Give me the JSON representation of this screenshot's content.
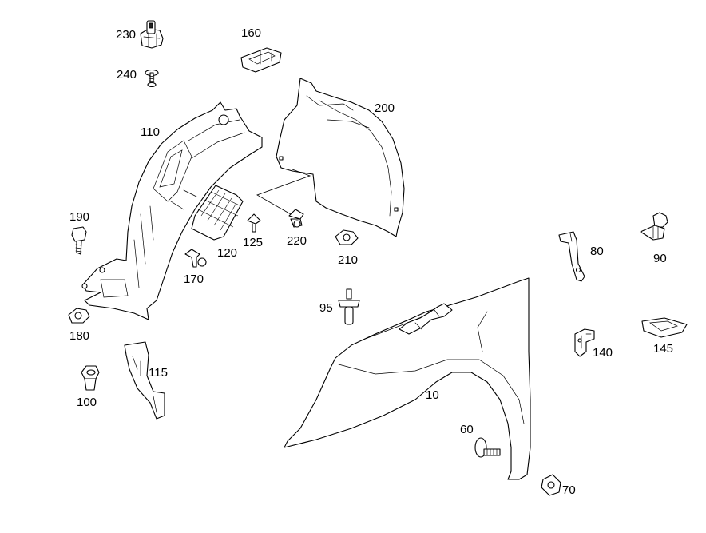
{
  "callouts": {
    "p230": "230",
    "p160": "160",
    "p240": "240",
    "p110": "110",
    "p200": "200",
    "p190": "190",
    "p125": "125",
    "p220": "220",
    "p120": "120",
    "p210": "210",
    "p80": "80",
    "p90": "90",
    "p170": "170",
    "p95": "95",
    "p180": "180",
    "p140": "140",
    "p145": "145",
    "p115": "115",
    "p100": "100",
    "p10": "10",
    "p60": "60",
    "p70": "70"
  },
  "colors": {
    "line": "#000000",
    "background": "#ffffff"
  }
}
